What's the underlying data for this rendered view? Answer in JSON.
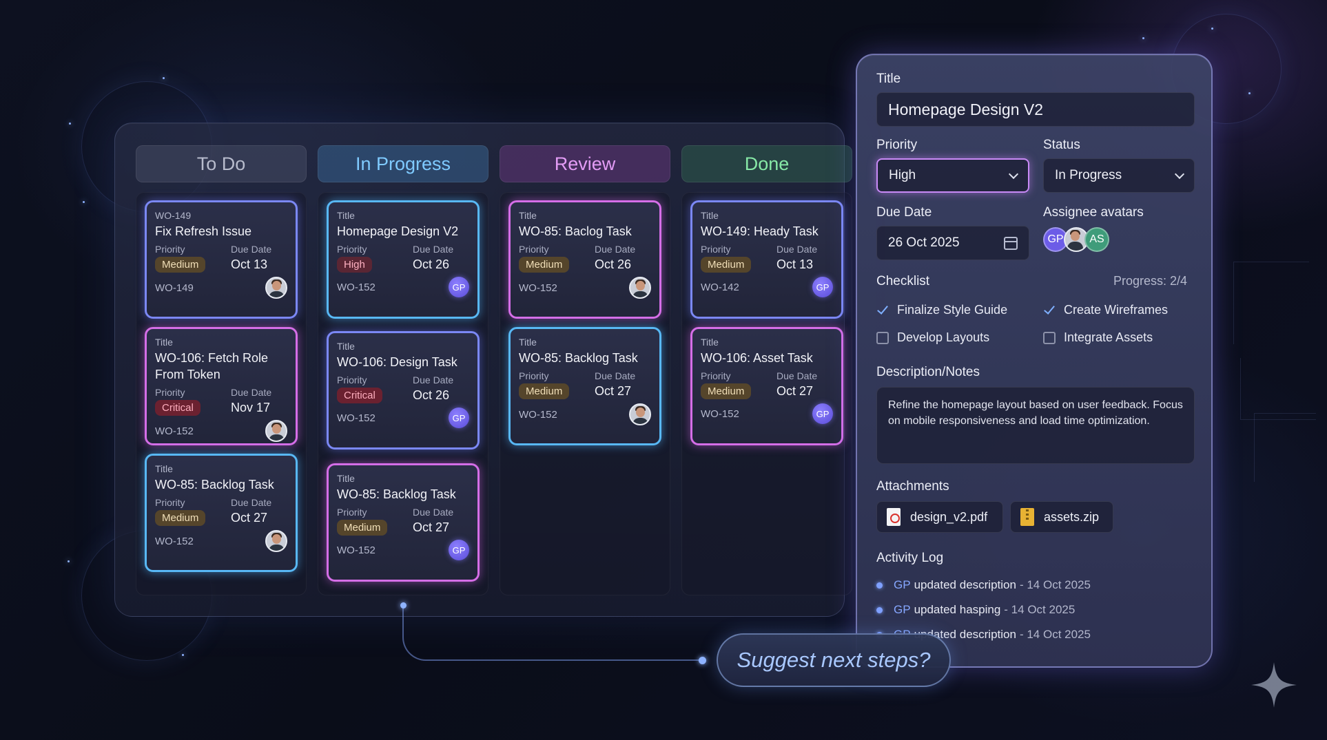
{
  "columns": [
    {
      "name": "To Do",
      "color": "#b8bccd",
      "bg": "rgba(70,74,98,0.55)"
    },
    {
      "name": "In Progress",
      "color": "#7fcaff",
      "bg": "rgba(60,110,160,0.45)"
    },
    {
      "name": "Review",
      "color": "#e39cf5",
      "bg": "rgba(120,60,140,0.42)"
    },
    {
      "name": "Done",
      "color": "#86e8a6",
      "bg": "rgba(50,110,80,0.42)"
    }
  ],
  "common": {
    "title_label": "Title",
    "priority_label": "Priority",
    "due_label": "Due Date",
    "gp": "GP"
  },
  "cards": {
    "todo": [
      {
        "top_label": "WO-149",
        "title": "Fix Refresh Issue",
        "priority": "Medium",
        "due": "Oct 13",
        "id": "WO-149"
      },
      {
        "top_label": "Title",
        "title": "WO-106: Fetch Role From Token",
        "priority": "Critical",
        "due": "Nov 17",
        "id": "WO-152"
      },
      {
        "top_label": "Title",
        "title": "WO-85: Backlog Task",
        "priority": "Medium",
        "due": "Oct 27",
        "id": "WO-152"
      }
    ],
    "progress": [
      {
        "top_label": "Title",
        "title": "Homepage Design V2",
        "priority": "High",
        "due": "Oct 26",
        "id": "WO-152"
      },
      {
        "top_label": "Title",
        "title": "WO-106: Design Task",
        "priority": "Critical",
        "due": "Oct 26",
        "id": "WO-152"
      },
      {
        "top_label": "Title",
        "title": "WO-85: Backlog Task",
        "priority": "Medium",
        "due": "Oct 27",
        "id": "WO-152"
      }
    ],
    "review": [
      {
        "top_label": "Title",
        "title": "WO-85: Baclog Task",
        "priority": "Medium",
        "due": "Oct 26",
        "id": "WO-152"
      },
      {
        "top_label": "Title",
        "title": "WO-85: Backlog Task",
        "priority": "Medium",
        "due": "Oct 27",
        "id": "WO-152"
      }
    ],
    "done": [
      {
        "top_label": "Title",
        "title": "WO-149: Heady Task",
        "priority": "Medium",
        "due": "Oct 13",
        "id": "WO-142"
      },
      {
        "top_label": "Title",
        "title": "WO-106: Asset Task",
        "priority": "Medium",
        "due": "Oct 27",
        "id": "WO-152"
      }
    ]
  },
  "detail": {
    "title_label": "Title",
    "title_value": "Homepage Design V2",
    "priority_label": "Priority",
    "priority_value": "High",
    "status_label": "Status",
    "status_value": "In Progress",
    "due_label": "Due Date",
    "due_value": "26 Oct 2025",
    "assignee_label": "Assignee avatars",
    "assignees": [
      "GP",
      "AS"
    ],
    "checklist_label": "Checklist",
    "progress_text": "Progress: 2/4",
    "checklist": [
      {
        "label": "Finalize Style Guide",
        "done": true
      },
      {
        "label": "Create Wireframes",
        "done": true
      },
      {
        "label": "Develop Layouts",
        "done": false
      },
      {
        "label": "Integrate Assets",
        "done": false
      }
    ],
    "description_label": "Description/Notes",
    "description": "Refine the homepage layout based on user feedback. Focus on mobile responsiveness and load time optimization.",
    "attachments_label": "Attachments",
    "attachments": [
      "design_v2.pdf",
      "assets.zip"
    ],
    "activity_label": "Activity Log",
    "activity": [
      {
        "user": "GP",
        "text": "updated description",
        "date": "- 14 Oct 2025"
      },
      {
        "user": "GP",
        "text": "updated hasping",
        "date": "- 14 Oct 2025"
      },
      {
        "user": "GP",
        "text": "updated description",
        "date": "- 14 Oct 2025"
      }
    ]
  },
  "suggest": "Suggest next steps?",
  "colors": {
    "accent": "#7b88f5",
    "pink": "#d56ee7",
    "cyan": "#58b8f5",
    "gp_avatar": "#6c5ce7",
    "as_avatar": "#3f9c7a"
  }
}
